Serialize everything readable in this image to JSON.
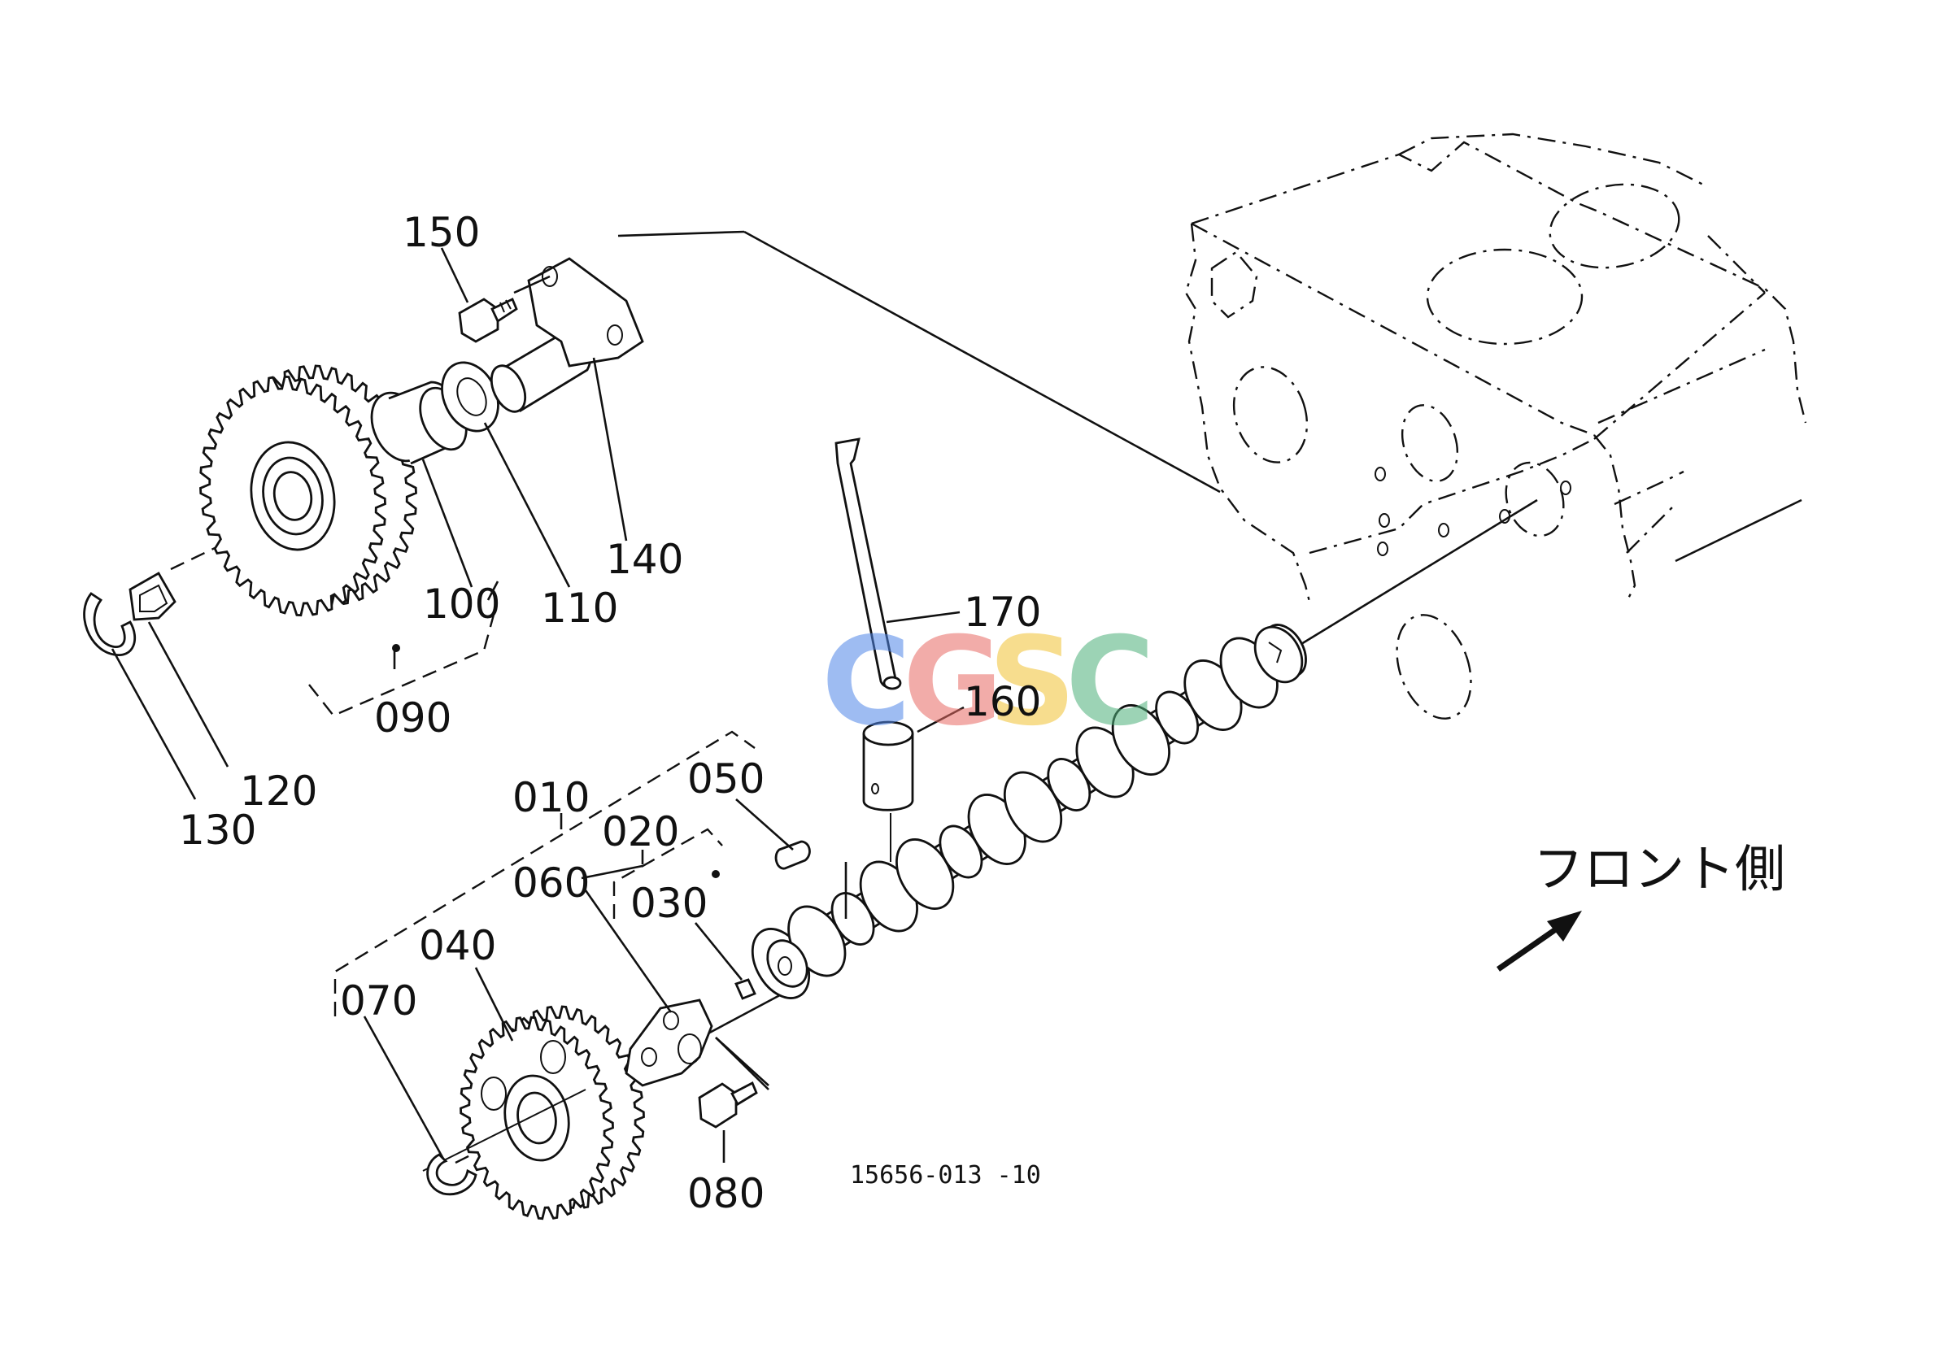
{
  "drawing_number": "15656-013 -10",
  "front_label": "フロント側",
  "watermark": {
    "letters": [
      "C",
      "G",
      "S",
      "C"
    ],
    "colors": [
      "#4f86e8",
      "#e86a63",
      "#f1c232",
      "#4db07a"
    ]
  },
  "parts": {
    "p010": "010",
    "p020": "020",
    "p030": "030",
    "p040": "040",
    "p050": "050",
    "p060": "060",
    "p070": "070",
    "p080": "080",
    "p090": "090",
    "p100": "100",
    "p110": "110",
    "p120": "120",
    "p130": "130",
    "p140": "140",
    "p150": "150",
    "p160": "160",
    "p170": "170"
  }
}
